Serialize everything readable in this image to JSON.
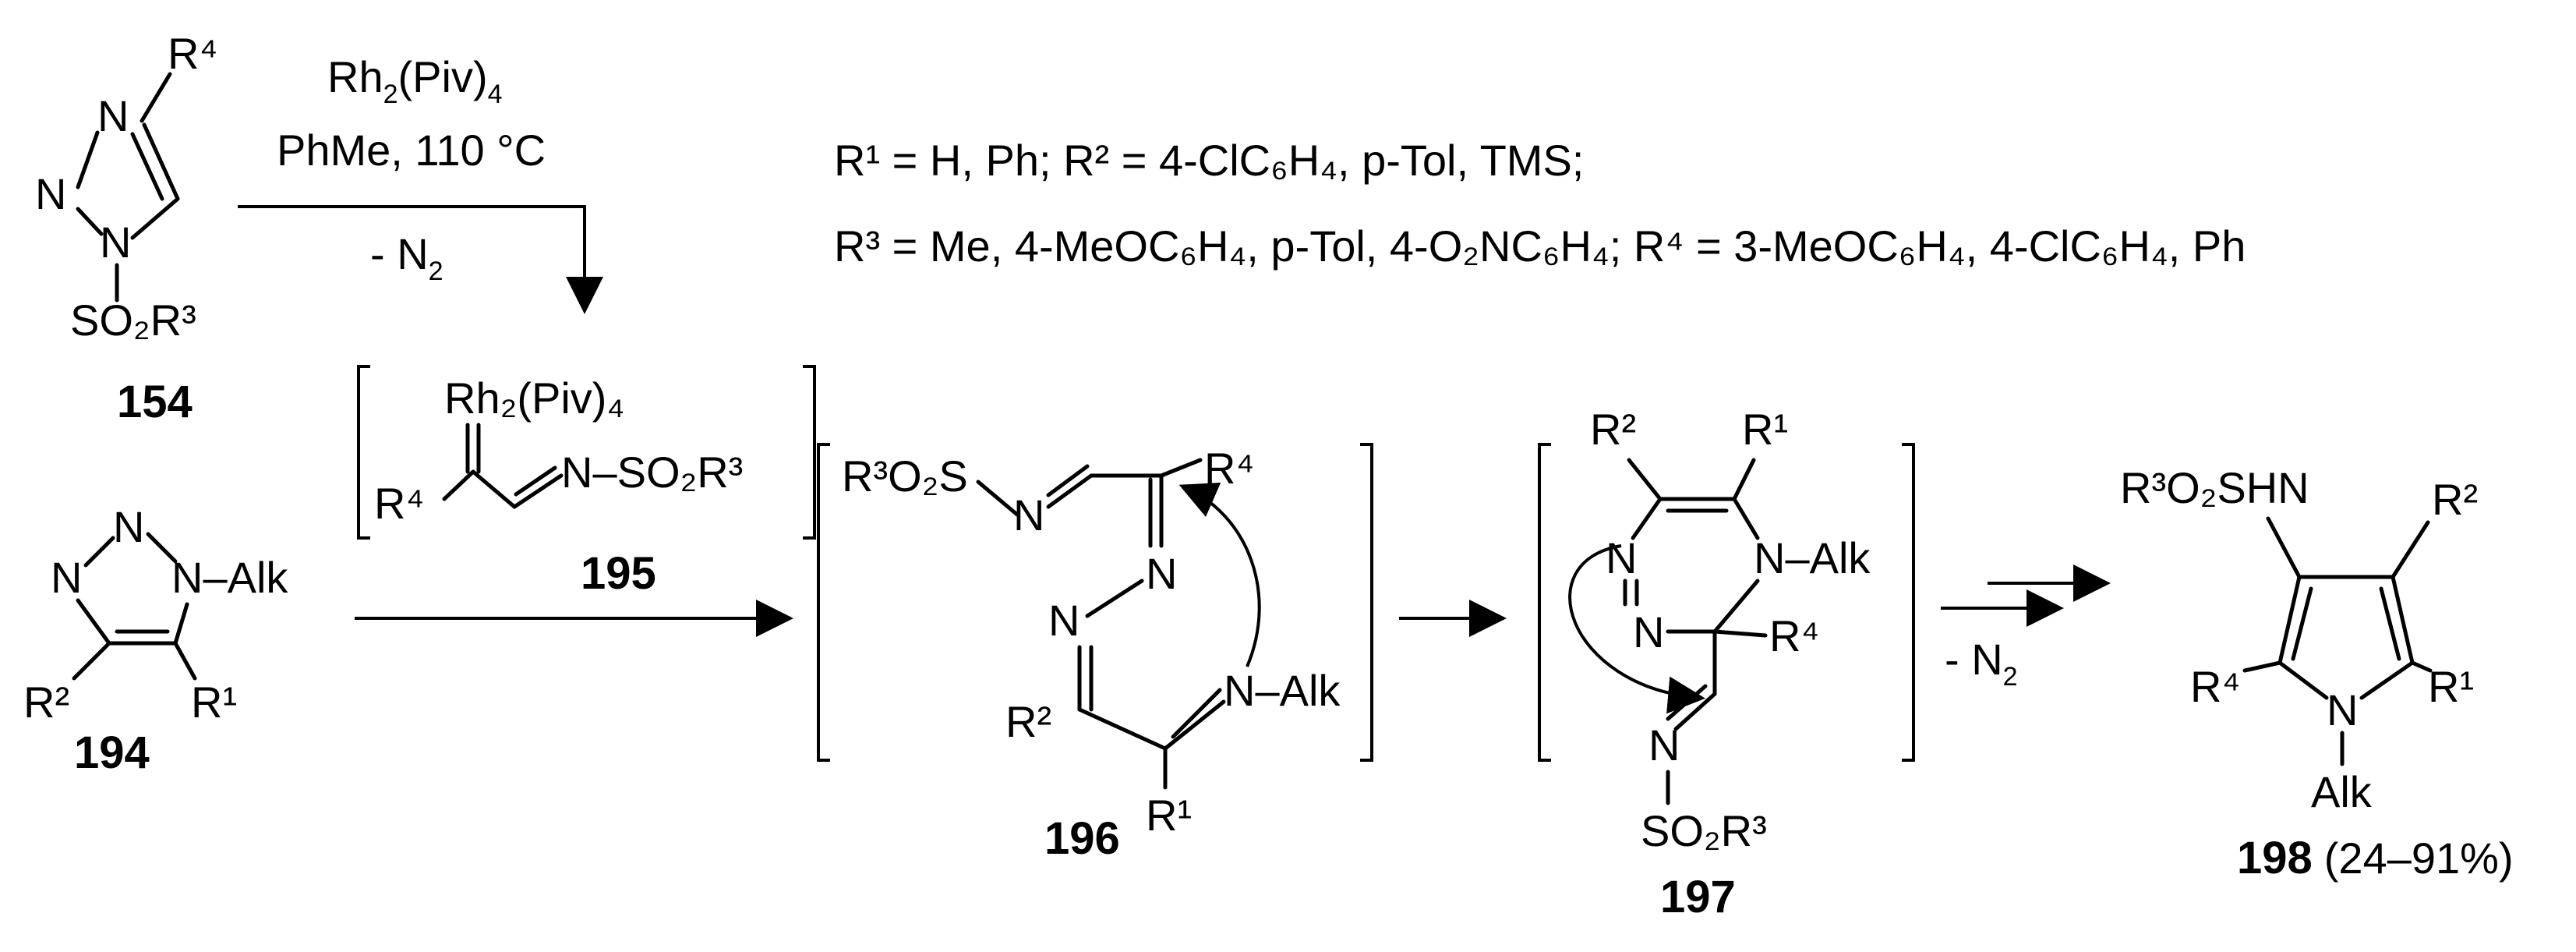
{
  "conditions": {
    "catalyst": "Rh",
    "catalyst_sub": "2",
    "catalyst_rest": "(Piv)",
    "catalyst_sub2": "4",
    "solvent_temp": "PhMe, 110 °C",
    "loss": "- N",
    "loss_sub": "2"
  },
  "substituents": {
    "line1": "R¹ = H, Ph; R² = 4-ClC₆H₄, p-Tol, TMS;",
    "line2": "R³ = Me, 4-MeOC₆H₄, p-Tol, 4-O₂NC₆H₄; R⁴ = 3-MeOC₆H₄, 4-ClC₆H₄, Ph"
  },
  "compounds": {
    "c154": {
      "label": "154"
    },
    "c194": {
      "label": "194"
    },
    "c195": {
      "label": "195"
    },
    "c196": {
      "label": "196"
    },
    "c197": {
      "label": "197"
    },
    "c198": {
      "label": "198",
      "yield": "(24–91%)"
    }
  },
  "atoms": {
    "N": "N",
    "R1": "R¹",
    "R2": "R²",
    "R4": "R⁴",
    "SO2R3": "SO₂R³",
    "Alk": "Alk",
    "N_Alk": "N–Alk",
    "R3O2S": "R³O₂S",
    "R3O2SHN": "R³O₂SHN",
    "Rh2Piv4": "Rh₂(Piv)₄",
    "N_SO2R3": "N–SO₂R³"
  },
  "final_step": {
    "loss": "- N",
    "loss_sub": "2"
  }
}
